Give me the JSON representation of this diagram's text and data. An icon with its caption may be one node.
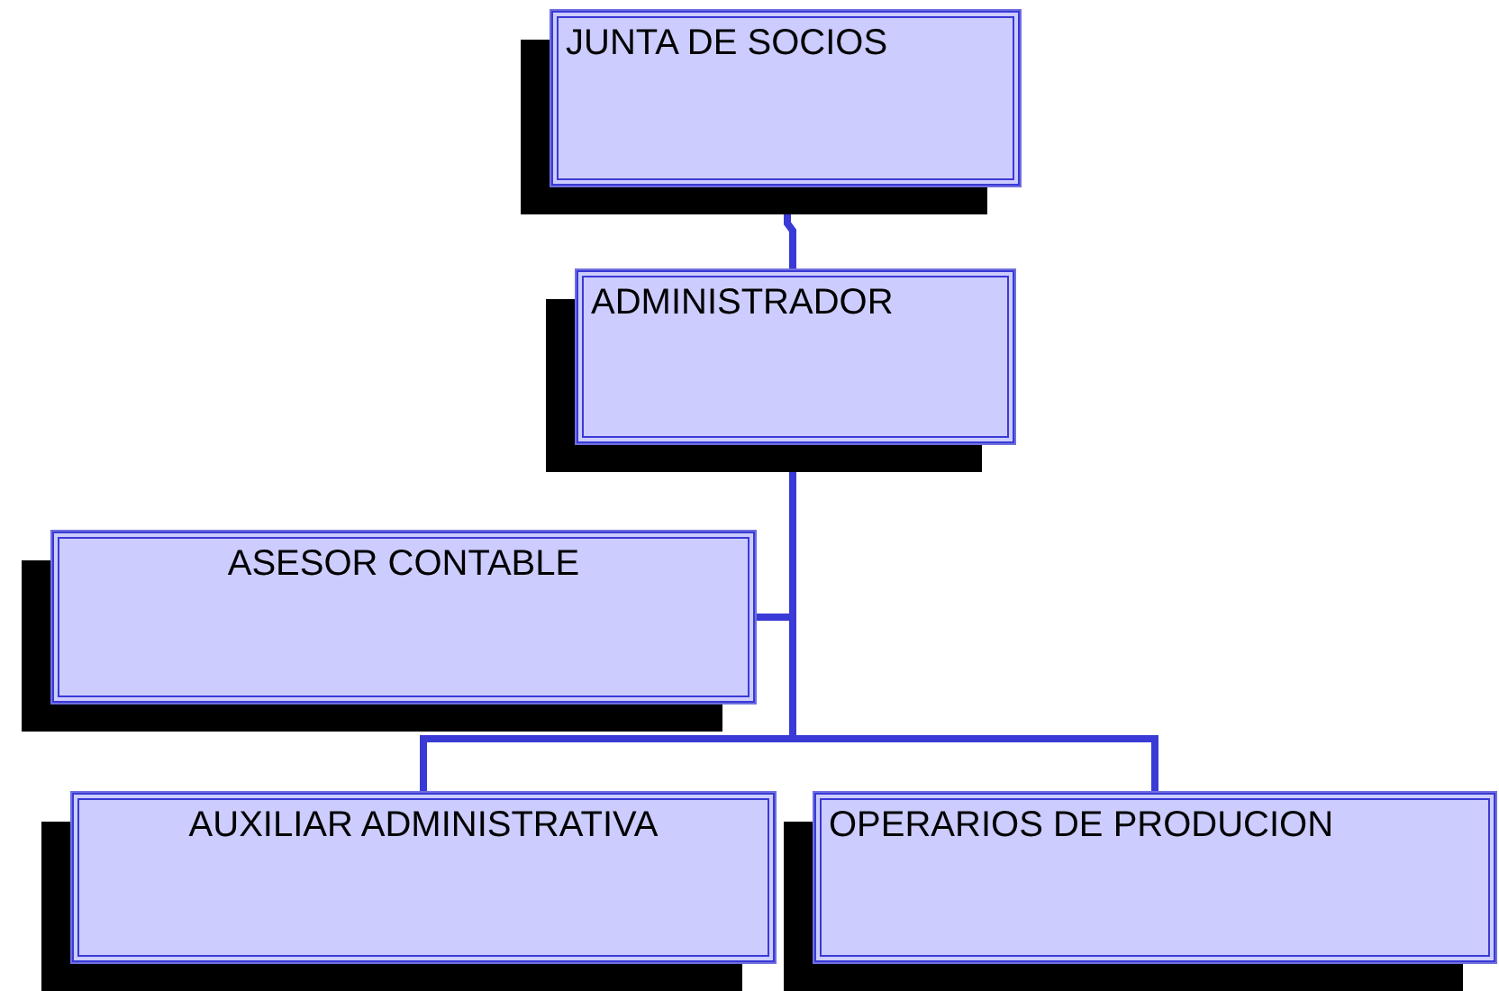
{
  "diagram": {
    "nodes": [
      {
        "text": [
          "JUNTA DE SOCIOS"
        ]
      },
      {
        "text": [
          "ADMINISTRADOR"
        ]
      },
      {
        "text": [
          "ASESOR CONTABLE"
        ]
      },
      {
        "text": [
          "AUXILIAR ADMINISTRATIVA"
        ]
      },
      {
        "text": [
          "OPERARIOS DE PRODUCION"
        ]
      }
    ],
    "edges": [
      {
        "from": 0,
        "to": 1,
        "arrow": "none"
      },
      {
        "from": 1,
        "to": 2,
        "arrow": "none"
      },
      {
        "from": 1,
        "to": 3,
        "arrow": "none"
      },
      {
        "from": 1,
        "to": 4,
        "arrow": "none"
      }
    ]
  }
}
